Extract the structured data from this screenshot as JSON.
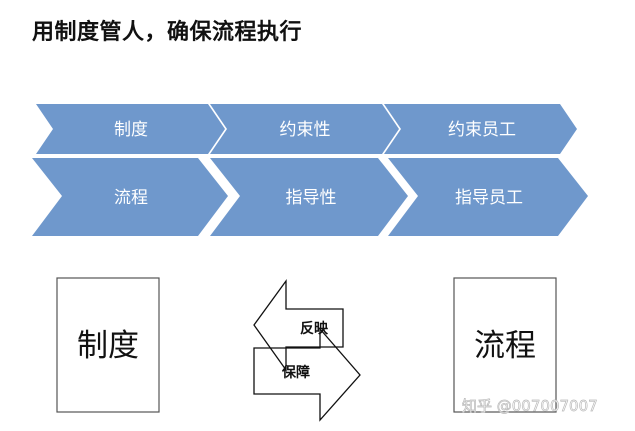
{
  "title": "用制度管人，确保流程执行",
  "chevron_rows": [
    {
      "name": "constraint-row",
      "items": [
        "制度",
        "约束性",
        "约束员工"
      ]
    },
    {
      "name": "guidance-row",
      "items": [
        "流程",
        "指导性",
        "指导员工"
      ]
    }
  ],
  "left_box": {
    "label": "制度"
  },
  "right_box": {
    "label": "流程"
  },
  "arrows": {
    "upper_label": "反映",
    "lower_label": "保障"
  },
  "watermark": "知乎 @007007007",
  "colors": {
    "chevron_fill": "#6f98cc",
    "chevron_text": "#ffffff",
    "box_stroke": "#555555",
    "title_text": "#111111"
  }
}
